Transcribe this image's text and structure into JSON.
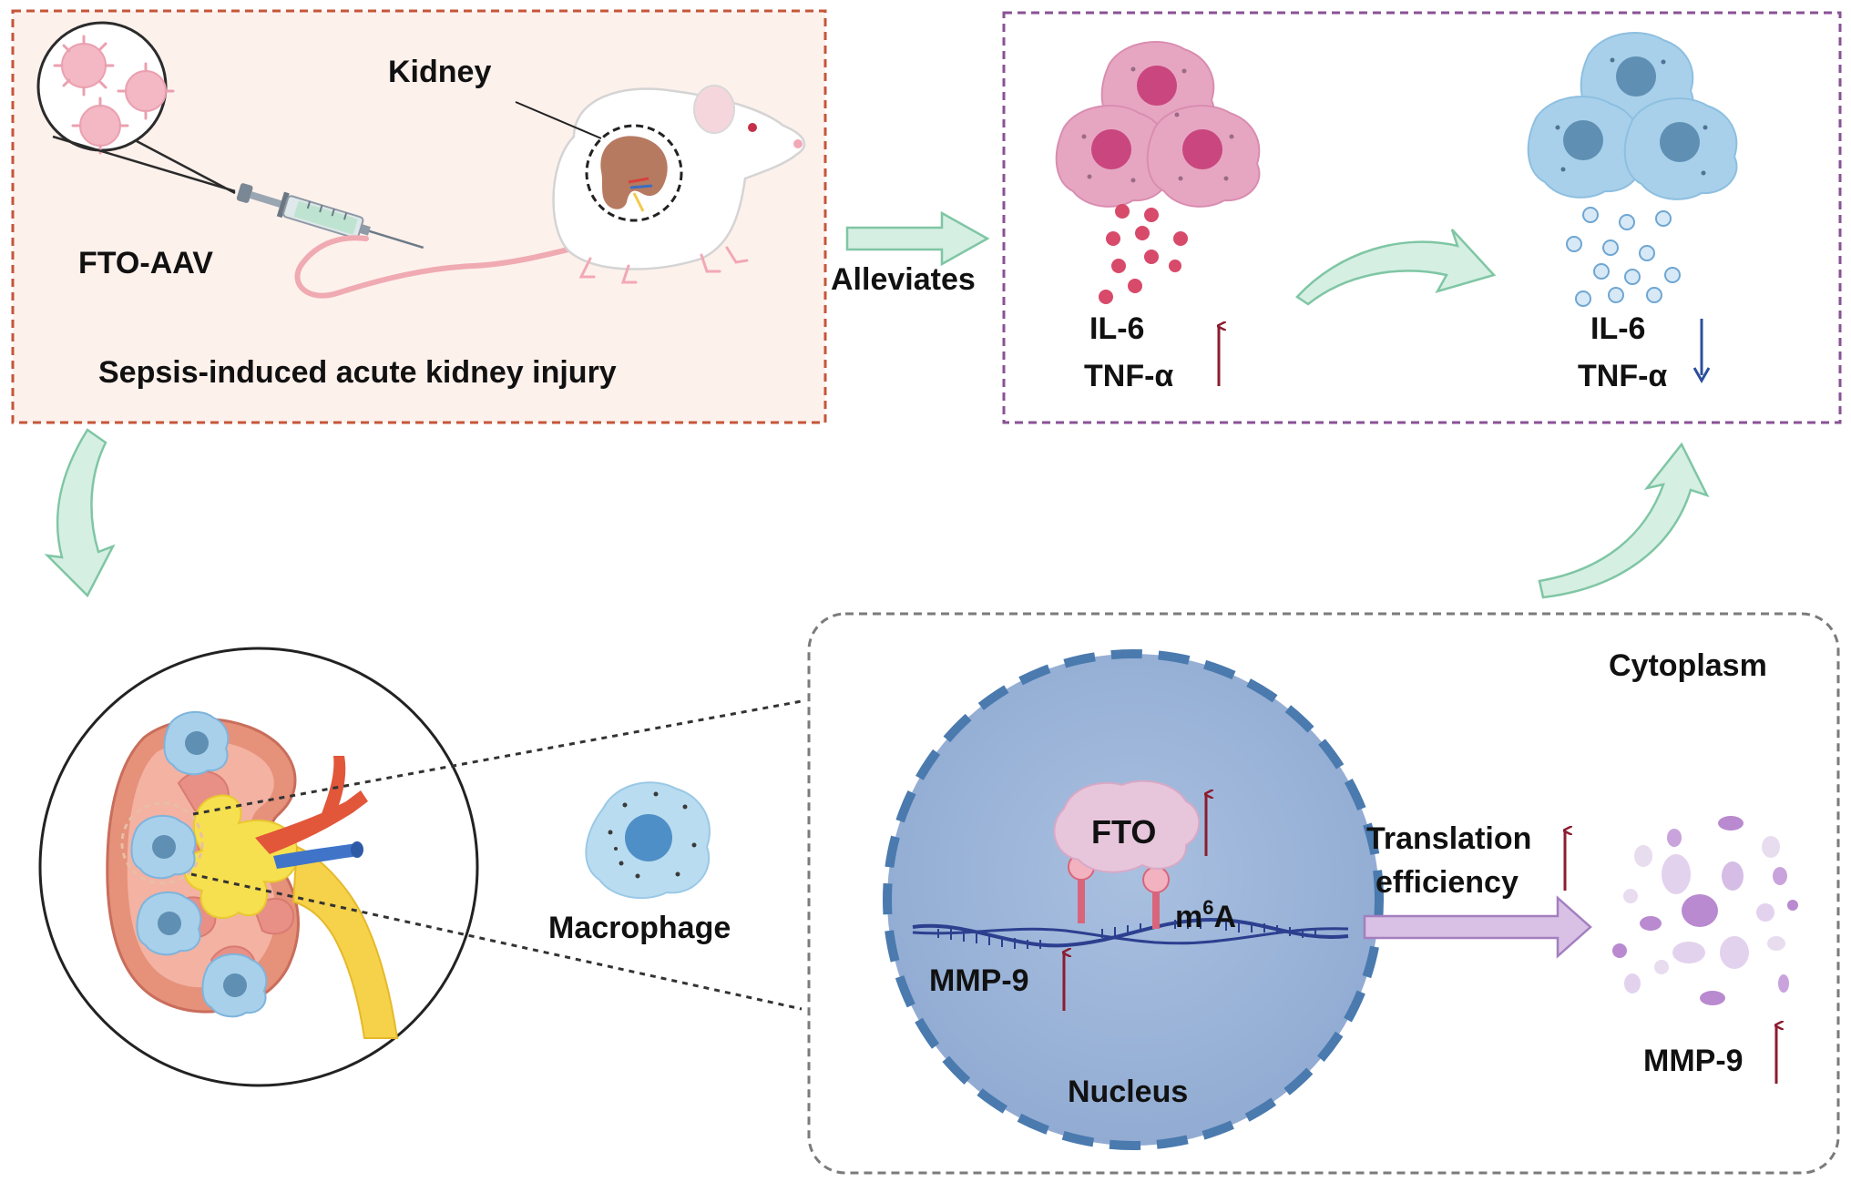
{
  "labels": {
    "kidney": "Kidney",
    "vector": "FTO-AAV",
    "disease": "Sepsis-induced acute kidney injury",
    "alleviates": "Alleviates",
    "cyt_high_il6": "IL-6",
    "cyt_high_tnf": "TNF-α",
    "cyt_low_il6": "IL-6",
    "cyt_low_tnf": "TNF-α",
    "macrophage": "Macrophage",
    "cytoplasm": "Cytoplasm",
    "nucleus": "Nucleus",
    "fto": "FTO",
    "m6a_base": "m",
    "m6a_sup": "6",
    "m6a_tail": "A",
    "mmp9_mrna": "MMP-9",
    "translation_line1": "Translation",
    "translation_line2": "efficiency",
    "mmp9_protein": "MMP-9"
  },
  "colors": {
    "injury_border": "#c5563a",
    "injury_fill": "#fdf1ec",
    "cytokine_border": "#8a5196",
    "cytoplasm_border": "#7b7b7b",
    "arrow_green_fill": "#d6efe3",
    "arrow_green_stroke": "#7fc6a4",
    "inflamed_cell": "#e6a6c2",
    "inflamed_nucleus": "#c9467e",
    "resting_cell": "#a8d0ea",
    "resting_nucleus": "#5f8fb3",
    "up_arrow": "#8c1d2e",
    "down_arrow": "#2b4f9c",
    "nucleus_fill": "#9cb5d8",
    "nucleus_border": "#4a7aae",
    "fto_fill": "#e7c6dc",
    "mmp9_protein": "#b98ad0",
    "translation_arrow": "#d8c1e5"
  },
  "icons": [
    "syringe-icon",
    "virus-icon",
    "mouse-icon",
    "kidney-icon",
    "macrophage-icon",
    "mrna-icon",
    "up-arrow-icon",
    "down-arrow-icon"
  ]
}
